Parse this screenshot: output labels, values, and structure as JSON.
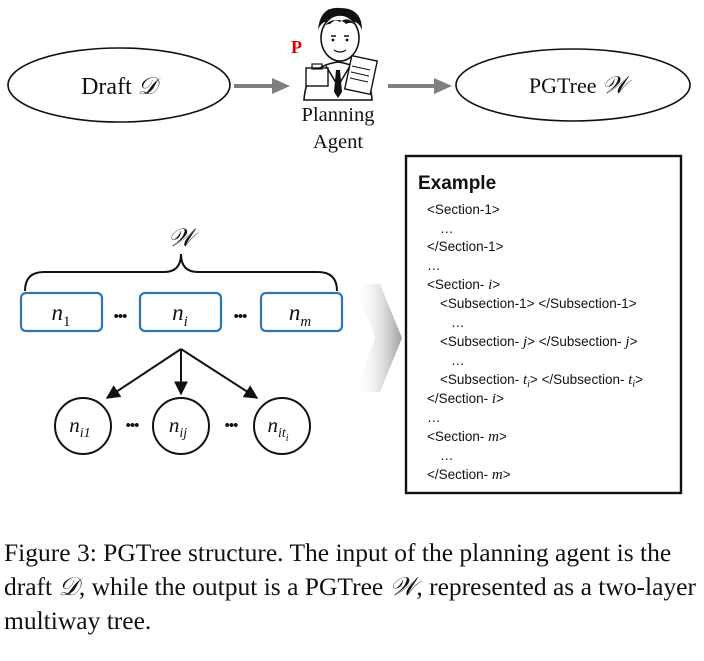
{
  "top_flow": {
    "draft_label": "Draft",
    "draft_symbol": "𝒟",
    "agent_label_line1": "Planning",
    "agent_label_line2": "Agent",
    "agent_badge": "P",
    "pgtree_label": "PGTree",
    "pgtree_symbol": "𝒲"
  },
  "tree": {
    "brace_symbol": "𝒲",
    "ellipsis": "•••",
    "layer1": [
      {
        "base": "n",
        "sub": "1"
      },
      {
        "base": "n",
        "sub": "i"
      },
      {
        "base": "n",
        "sub": "m"
      }
    ],
    "layer2": [
      {
        "base": "n",
        "sub": "i1"
      },
      {
        "base": "n",
        "sub": "ij"
      },
      {
        "base": "n",
        "sub": "it",
        "subsub": "i"
      }
    ]
  },
  "example": {
    "title": "Example",
    "lines": [
      {
        "text": "<Section-1>"
      },
      {
        "text": "…"
      },
      {
        "text": "</Section-1>"
      },
      {
        "text": "…"
      },
      {
        "text": "<Section- ",
        "var": "i",
        "end": ">"
      },
      {
        "text": "<Subsection-1> </Subsection-1>"
      },
      {
        "text": "…"
      },
      {
        "text": "<Subsection- ",
        "var": "j",
        "mid": "> </Subsection- ",
        "var2": "j",
        "end": ">"
      },
      {
        "text": "…"
      },
      {
        "text": "<Subsection- ",
        "var": "t",
        "varsub": "i",
        "mid": "> </Subsection- ",
        "var2": "t",
        "var2sub": "i",
        "end": ">"
      },
      {
        "text": "</Section- ",
        "var": "i",
        "end": ">"
      },
      {
        "text": "…"
      },
      {
        "text": "<Section- ",
        "var": "m",
        "end": ">"
      },
      {
        "text": "…"
      },
      {
        "text": "</Section- ",
        "var": "m",
        "end": ">"
      }
    ]
  },
  "caption": {
    "part1": "Figure 3: PGTree structure. The input of the planning agent is the draft ",
    "sym1": "𝒟",
    "part2": ", while the output is a PGTree ",
    "sym2": "𝒲",
    "part3": ", represented as a two-layer multiway tree."
  },
  "colors": {
    "node_border": "#2e75b6",
    "stroke": "#111111",
    "arrow_gray": "#7f7f7f",
    "badge_red": "#e00000"
  }
}
